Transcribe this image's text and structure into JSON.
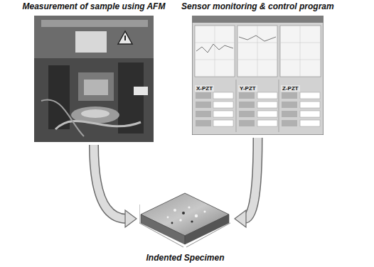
{
  "diagram": {
    "nodes": [
      {
        "text": [
          "Measurement of sample using AFM"
        ]
      },
      {
        "text": [
          "Sensor monitoring & control program"
        ]
      },
      {
        "text": [
          "Indented Specimen"
        ]
      }
    ],
    "edges": [
      {
        "from": 0,
        "to": 2,
        "arrow": "to"
      },
      {
        "from": 1,
        "to": 2,
        "arrow": "to"
      }
    ],
    "labels": [
      "X-PZT",
      "Y-PZT",
      "Z-PZT"
    ]
  }
}
